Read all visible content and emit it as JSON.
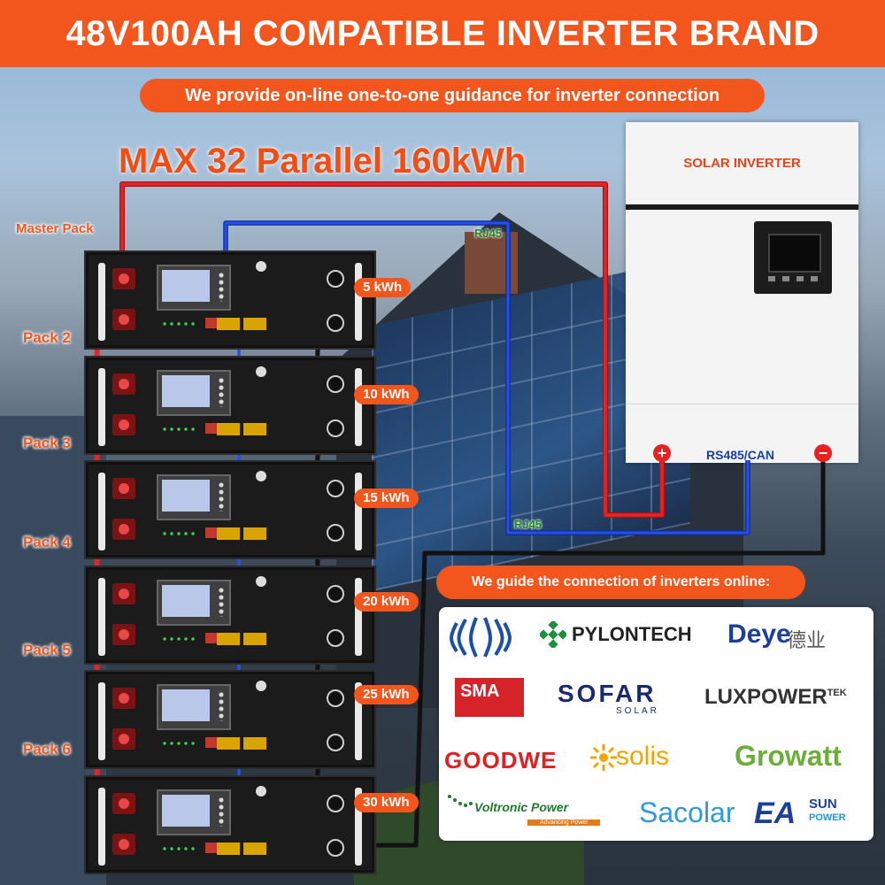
{
  "header": {
    "title": "48V100AH COMPATIBLE INVERTER BRAND"
  },
  "guide_banner": "We provide on-line one-to-one guidance for inverter connection",
  "max_title": "MAX 32 Parallel 160kWh",
  "inverter": {
    "title": "SOLAR INVERTER",
    "positive_symbol": "+",
    "negative_symbol": "−",
    "port_label": "RS485/CAN"
  },
  "rj45_labels": [
    "RJ45",
    "RJ45"
  ],
  "packs": [
    {
      "label": "Master Pack",
      "kwh": "5 kWh"
    },
    {
      "label": "Pack 2",
      "kwh": "10 kWh"
    },
    {
      "label": "Pack 3",
      "kwh": "15 kWh"
    },
    {
      "label": "Pack 4",
      "kwh": "20 kWh"
    },
    {
      "label": "Pack 5",
      "kwh": "25 kWh"
    },
    {
      "label": "Pack 6",
      "kwh": "30 kWh"
    }
  ],
  "brands_banner": "We guide the connection of inverters online:",
  "brands": {
    "pylontech": "PYLONTECH",
    "deye": "Deye",
    "deye_cn": "德业",
    "sma": "SMA",
    "sofar": "SOFAR",
    "sofar_sub": "SOLAR",
    "luxpower": "LUXPOWER",
    "luxpower_tek": "TEK",
    "goodwe": "GOODWE",
    "solis": "solis",
    "growatt": "Growatt",
    "voltronic": "Voltronic Power",
    "voltronic_sub": "Advancing Power",
    "sacolar": "Sacolar",
    "easun": "EA",
    "easun_sun": "SUN",
    "easun_power": "POWER"
  },
  "colors": {
    "accent_orange": "#f3561c",
    "wire_red": "#e02020",
    "wire_blue": "#1a3fd0",
    "rj45_green": "#1e8a22"
  }
}
